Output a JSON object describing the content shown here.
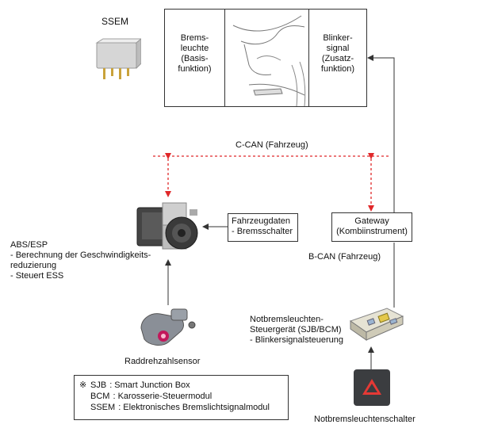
{
  "components": {
    "ssem": {
      "title": "SSEM"
    },
    "lamp_panel": {
      "brake_light": "Brems-\nleuchte\n(Basis-\nfunktion)",
      "turn_signal": "Blinker-\nsignal\n(Zusatz-\nfunktion)"
    },
    "ccan": {
      "label": "C-CAN (Fahrzeug)"
    },
    "vehicle_data": {
      "label": "Fahrzeugdaten\n- Bremsschalter"
    },
    "gateway": {
      "label": "Gateway\n(Kombiinstrument)"
    },
    "bcan": {
      "label": "B-CAN (Fahrzeug)"
    },
    "abs_esp": {
      "label": "ABS/ESP\n- Berechnung der Geschwindigkeits-\n  reduzierung\n- Steuert ESS"
    },
    "wheel_sensor": {
      "label": "Raddrehzahlsensor"
    },
    "sjb_bcm": {
      "label": "Notbremsleuchten-\nSteuergerät (SJB/BCM)\n- Blinkersignalsteuerung"
    },
    "hazard_switch": {
      "label": "Notbremsleuchtenschalter"
    }
  },
  "legend": {
    "mark": "※",
    "rows": [
      {
        "key": "SJB",
        "text": ": Smart Junction Box"
      },
      {
        "key": "BCM",
        "text": ": Karosserie-Steuermodul"
      },
      {
        "key": "SSEM",
        "text": ": Elektronisches Bremslichtsignalmodul"
      }
    ]
  },
  "colors": {
    "can_bus": "#e0282a",
    "line": "#333333",
    "hazard_red": "#e53935"
  }
}
